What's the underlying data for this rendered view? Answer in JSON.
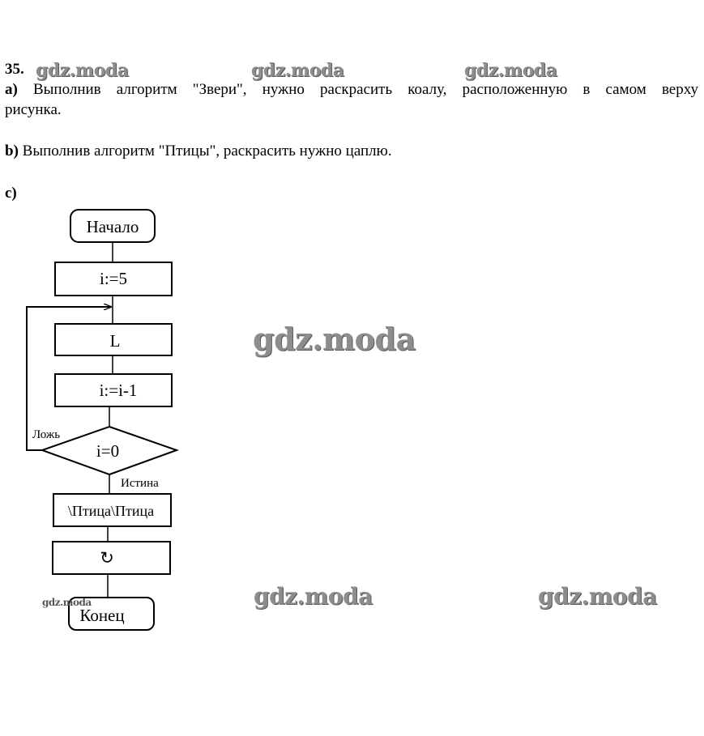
{
  "problem": {
    "number": "35.",
    "a_label": "a)",
    "a_text_line1": "Выполнив алгоритм \"Звери\", нужно раскрасить  коалу, расположенную в самом верху",
    "a_text_line2": "рисунка.",
    "b_label": "b)",
    "b_text": "Выполнив алгоритм \"Птицы\", раскрасить нужно цаплю.",
    "c_label": "c)"
  },
  "flowchart": {
    "start": "Начало",
    "assign": "i:=5",
    "box2": "L",
    "decrement": "i:=i-1",
    "condition": "i=0",
    "false_label": "Ложь",
    "true_label": "Истина",
    "action": "\\Птица\\Птица",
    "box5": "↻",
    "end": "Конец"
  },
  "watermarks": {
    "top_1": "gdz.moda",
    "top_2": "gdz.moda",
    "top_3": "gdz.moda",
    "middle": "gdz.moda",
    "bottom_1": "gdz.moda",
    "bottom_2": "gdz.moda",
    "tiny": "gdz.moda"
  }
}
